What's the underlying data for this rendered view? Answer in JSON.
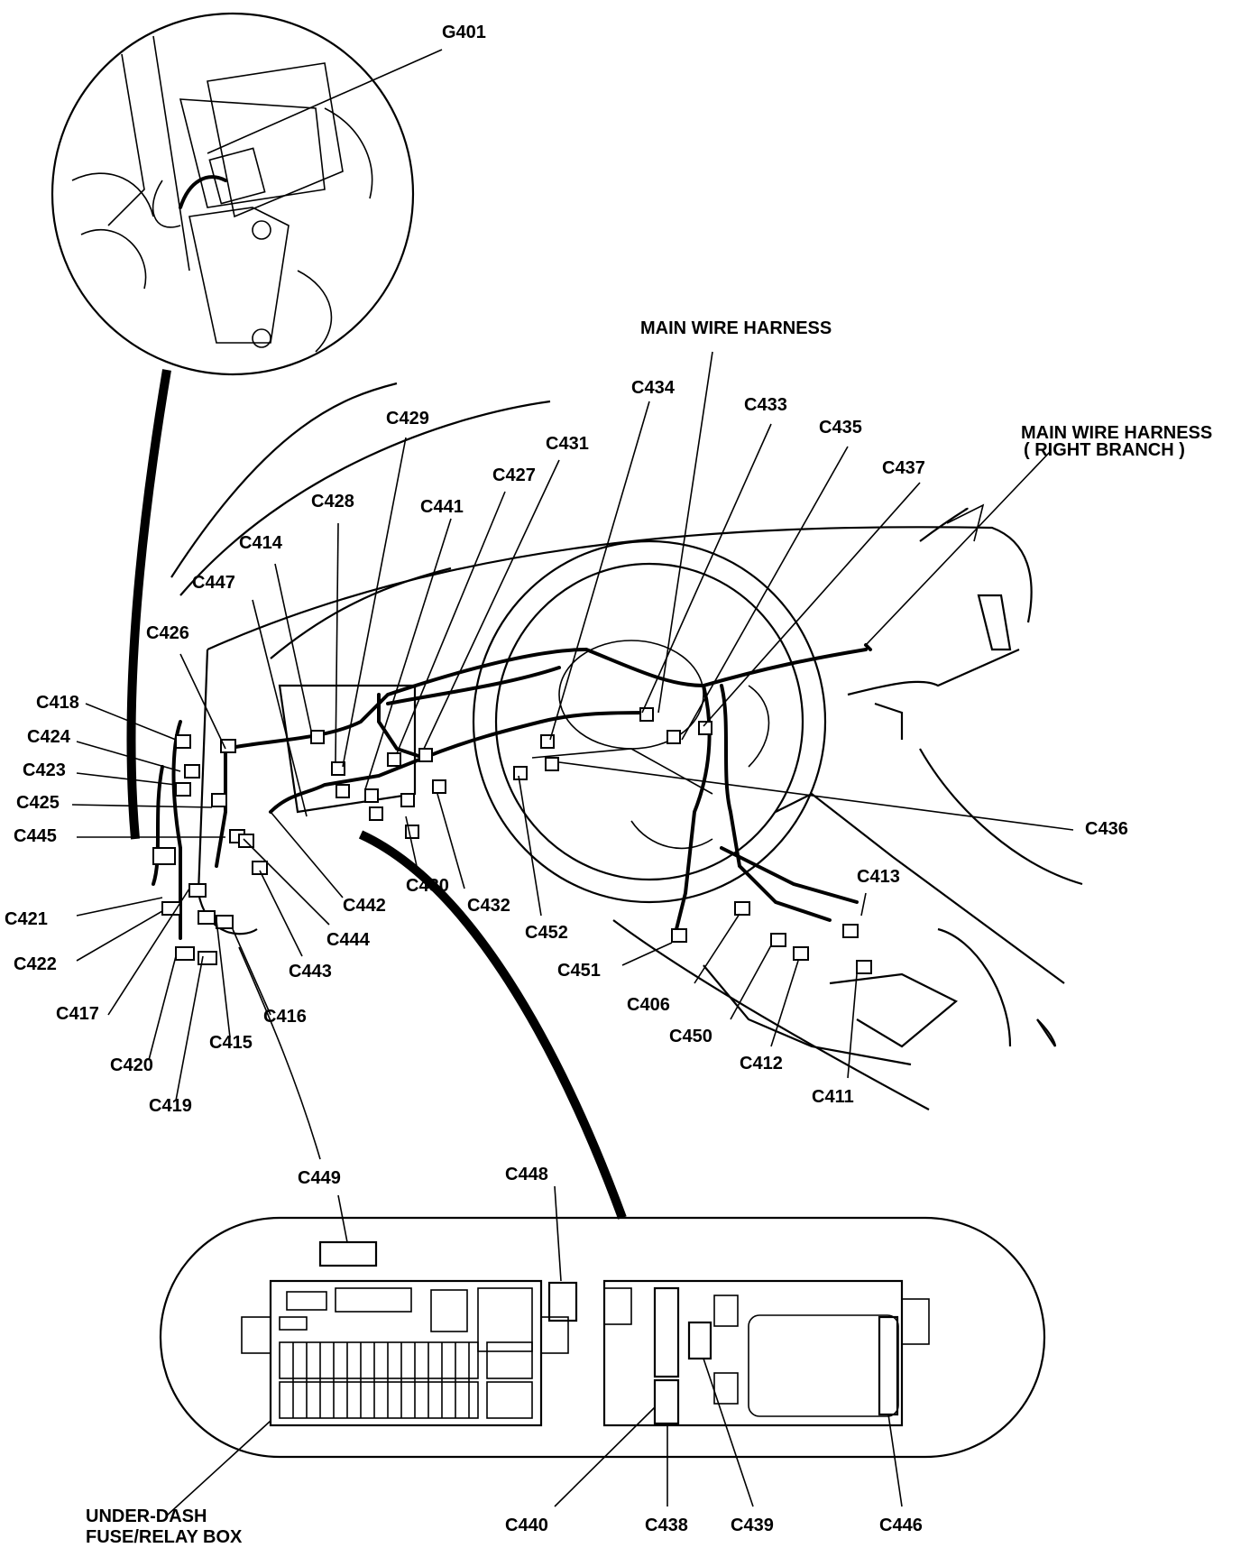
{
  "labels": {
    "G401": "G401",
    "main_wire_harness": "MAIN WIRE HARNESS",
    "main_wire_harness_right_1": "MAIN WIRE HARNESS",
    "main_wire_harness_right_2": "( RIGHT BRANCH )",
    "C434": "C434",
    "C433": "C433",
    "C435": "C435",
    "C437": "C437",
    "C429": "C429",
    "C431": "C431",
    "C428": "C428",
    "C427": "C427",
    "C441": "C441",
    "C414": "C414",
    "C447": "C447",
    "C426": "C426",
    "C418": "C418",
    "C424": "C424",
    "C423": "C423",
    "C425": "C425",
    "C445": "C445",
    "C421": "C421",
    "C422": "C422",
    "C417": "C417",
    "C420": "C420",
    "C419": "C419",
    "C415": "C415",
    "C416": "C416",
    "C443": "C443",
    "C444": "C444",
    "C442": "C442",
    "C430": "C430",
    "C432": "C432",
    "C452": "C452",
    "C436": "C436",
    "C413": "C413",
    "C451": "C451",
    "C406": "C406",
    "C450": "C450",
    "C412": "C412",
    "C411": "C411",
    "C449": "C449",
    "C448": "C448",
    "C440": "C440",
    "C438": "C438",
    "C439": "C439",
    "C446": "C446",
    "fuse_box_1": "UNDER-DASH",
    "fuse_box_2": "FUSE/RELAY BOX"
  }
}
